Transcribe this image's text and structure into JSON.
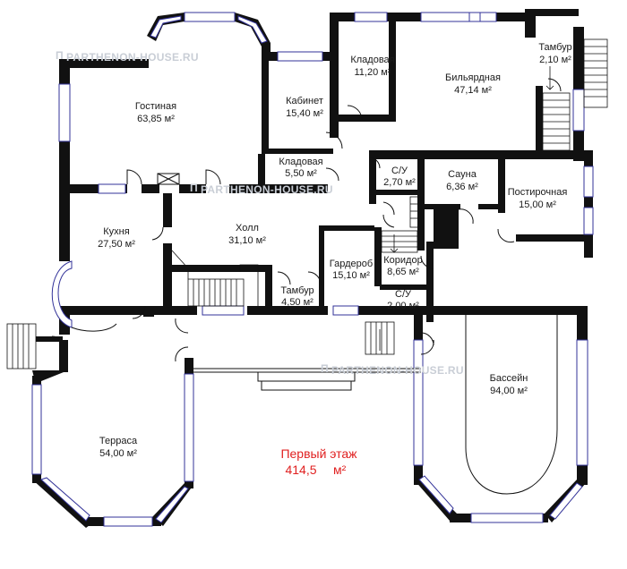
{
  "plan": {
    "title": "Первый этаж",
    "total_area": "414,5",
    "unit": "м²"
  },
  "watermark": {
    "text": "PARTHENON-HOUSE.RU"
  },
  "rooms": [
    {
      "id": "gostinaya",
      "name": "Гостиная",
      "area": "63,85 м²"
    },
    {
      "id": "kabinet",
      "name": "Кабинет",
      "area": "15,40 м²"
    },
    {
      "id": "kladovaya1",
      "name": "Кладовая",
      "area": "11,20 м²"
    },
    {
      "id": "bilyardnaya",
      "name": "Бильярдная",
      "area": "47,14 м²"
    },
    {
      "id": "tambur1",
      "name": "Тамбур",
      "area": "2,10 м²"
    },
    {
      "id": "kladovaya2",
      "name": "Кладовая",
      "area": "5,50 м²"
    },
    {
      "id": "su1",
      "name": "С/У",
      "area": "2,70 м²"
    },
    {
      "id": "sauna",
      "name": "Сауна",
      "area": "6,36 м²"
    },
    {
      "id": "postirochnaya",
      "name": "Постирочная",
      "area": "15,00 м²"
    },
    {
      "id": "kuhnya",
      "name": "Кухня",
      "area": "27,50 м²"
    },
    {
      "id": "holl",
      "name": "Холл",
      "area": "31,10 м²"
    },
    {
      "id": "garderob",
      "name": "Гардероб",
      "area": "15,10 м²"
    },
    {
      "id": "koridor",
      "name": "Коридор",
      "area": "8,65 м²"
    },
    {
      "id": "tambur2",
      "name": "Тамбур",
      "area": "4,50 м²"
    },
    {
      "id": "su2",
      "name": "С/У",
      "area": "2,00 м²"
    },
    {
      "id": "bassein",
      "name": "Бассейн",
      "area": "94,00 м²"
    },
    {
      "id": "terrasa",
      "name": "Терраса",
      "area": "54,00 м²"
    }
  ]
}
